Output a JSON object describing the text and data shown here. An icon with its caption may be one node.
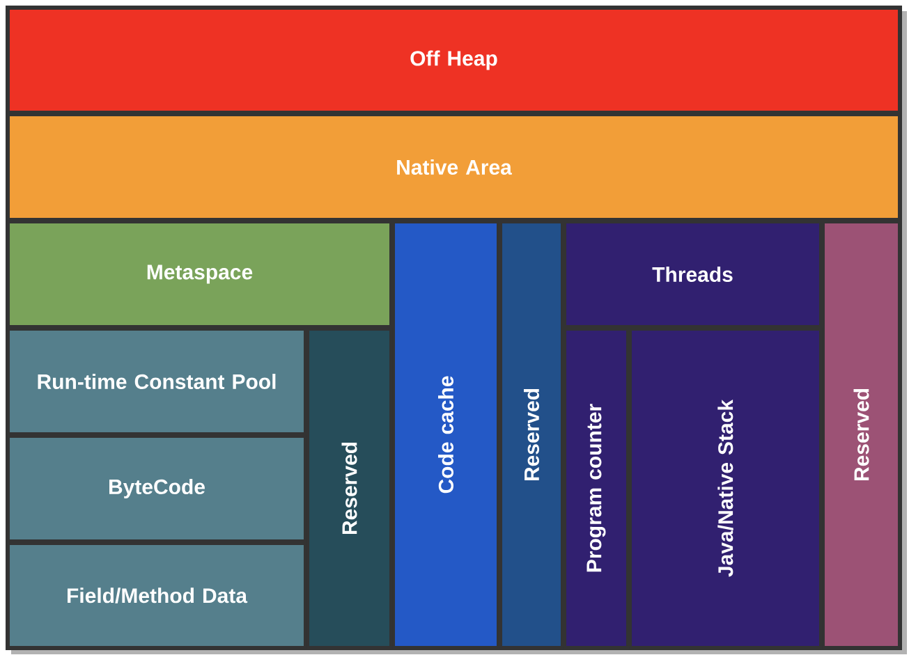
{
  "diagram": {
    "nodes": [
      {
        "text": [
          "Off Heap"
        ]
      },
      {
        "text": [
          "Native Area"
        ]
      },
      {
        "text": [
          "Metaspace"
        ]
      },
      {
        "text": [
          "Code cache"
        ]
      },
      {
        "text": [
          "Reserved"
        ]
      },
      {
        "text": [
          "Threads"
        ]
      },
      {
        "text": [
          "Reserved"
        ]
      },
      {
        "text": [
          "Run-time Constant Pool"
        ]
      },
      {
        "text": [
          "Reserved"
        ]
      },
      {
        "text": [
          "Program counter"
        ]
      },
      {
        "text": [
          "Java/Native Stack"
        ]
      },
      {
        "text": [
          "ByteCode"
        ]
      },
      {
        "text": [
          "Field/Method Data"
        ]
      }
    ]
  }
}
